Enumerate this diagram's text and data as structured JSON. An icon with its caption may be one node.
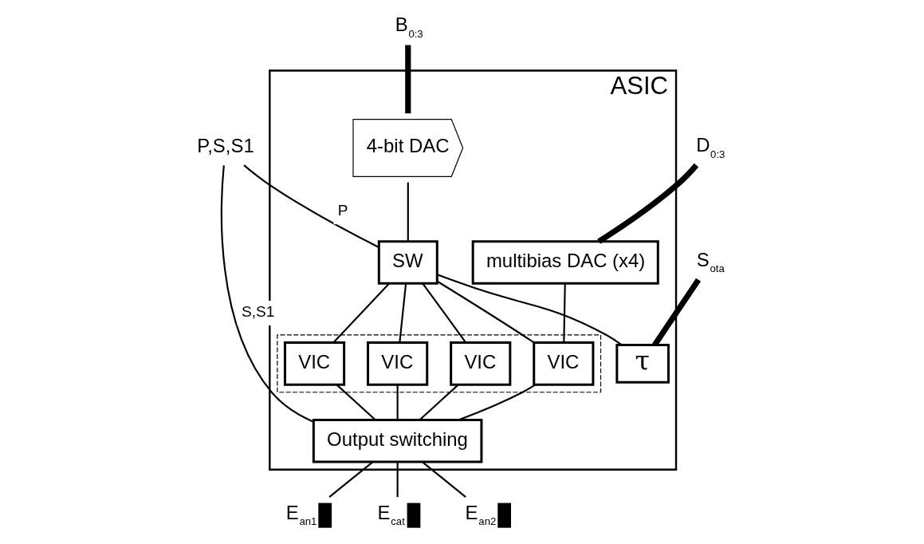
{
  "diagram": {
    "nodes": [
      {
        "text": [
          "ASIC"
        ]
      },
      {
        "text": [
          "P,S,S1"
        ]
      },
      {
        "text": [
          "B$_{0:3}$"
        ]
      },
      {
        "text": [
          "D$_{0:3}$"
        ]
      },
      {
        "text": [
          "4-bit DAC"
        ],
        "in": 0
      },
      {
        "text": [
          "SW"
        ],
        "in": 0
      },
      {
        "text": [
          "τ"
        ],
        "in": 0
      },
      {
        "text": [
          "S$_{ota}$"
        ]
      },
      {
        "text": [
          "multibias DAC (x4)"
        ],
        "in": 0
      },
      {
        "text": [],
        "shape": "box",
        "in": 0
      },
      {
        "text": [
          "VIC"
        ],
        "in": 9
      },
      {
        "text": [
          "VIC"
        ],
        "in": 9
      },
      {
        "text": [
          "VIC"
        ],
        "in": 9
      },
      {
        "text": [
          "VIC"
        ],
        "in": 9
      },
      {
        "text": [
          "Output switching"
        ],
        "in": 0
      },
      {
        "text": [
          "E$_{an1}$"
        ]
      },
      {
        "text": [
          "E$_{cat}$"
        ]
      },
      {
        "text": [
          "E$_{an2}$"
        ]
      }
    ],
    "edges": [
      {
        "from": 1,
        "to": 5,
        "arrow": "none",
        "label": "P"
      },
      {
        "from": 1,
        "to": 14,
        "arrow": "none",
        "label": "S,S1"
      },
      {
        "from": 2,
        "to": 4,
        "arrow": "none",
        "style": "thick"
      },
      {
        "from": 3,
        "to": 8,
        "arrow": "none",
        "style": "thick"
      },
      {
        "from": 4,
        "to": 5,
        "arrow": "none"
      },
      {
        "from": 5,
        "to": 6,
        "arrow": "none"
      },
      {
        "from": 7,
        "to": 6,
        "arrow": "none",
        "style": "thick"
      },
      {
        "from": 5,
        "to": 10,
        "arrow": "none"
      },
      {
        "from": 5,
        "to": 11,
        "arrow": "none"
      },
      {
        "from": 5,
        "to": 12,
        "arrow": "none"
      },
      {
        "from": 5,
        "to": 13,
        "arrow": "none"
      },
      {
        "from": 8,
        "to": 10,
        "arrow": "none"
      },
      {
        "from": 10,
        "to": 14,
        "arrow": "none"
      },
      {
        "from": 11,
        "to": 14,
        "arrow": "none"
      },
      {
        "from": 12,
        "to": 14,
        "arrow": "none"
      },
      {
        "from": 13,
        "to": 14,
        "arrow": "none"
      },
      {
        "from": 14,
        "to": 15,
        "arrow": "none"
      },
      {
        "from": 14,
        "to": 16,
        "arrow": "none"
      },
      {
        "from": 14,
        "to": 17,
        "arrow": "none"
      }
    ]
  }
}
